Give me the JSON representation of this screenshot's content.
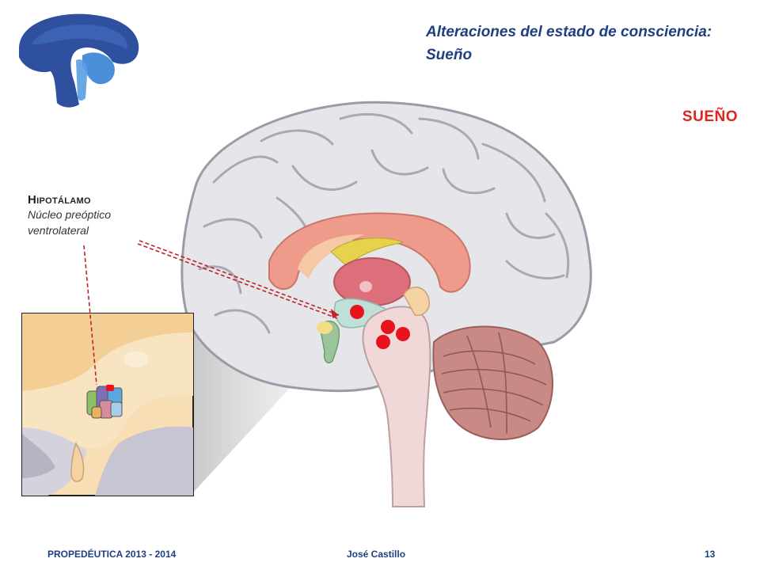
{
  "slide": {
    "title_line1": "Alteraciones del estado de consciencia:",
    "title_line2": "Sueño",
    "section_label": "SUEÑO"
  },
  "annotation": {
    "title": "Hipotálamo",
    "line1": "Núcleo preóptico",
    "line2": "ventrolateral"
  },
  "footer": {
    "course": "PROPEDÉUTICA 2013 - 2014",
    "author": "José Castillo",
    "page": "13"
  },
  "colors": {
    "title": "#1f3f7f",
    "section": "#e0231c",
    "marker": "#e8131c",
    "logo_dark": "#2f4f9f",
    "logo_light": "#4b8fd8"
  },
  "icons": [
    "brain-logo-icon",
    "brain-sagittal-illustration",
    "hypothalamus-inset-illustration"
  ]
}
